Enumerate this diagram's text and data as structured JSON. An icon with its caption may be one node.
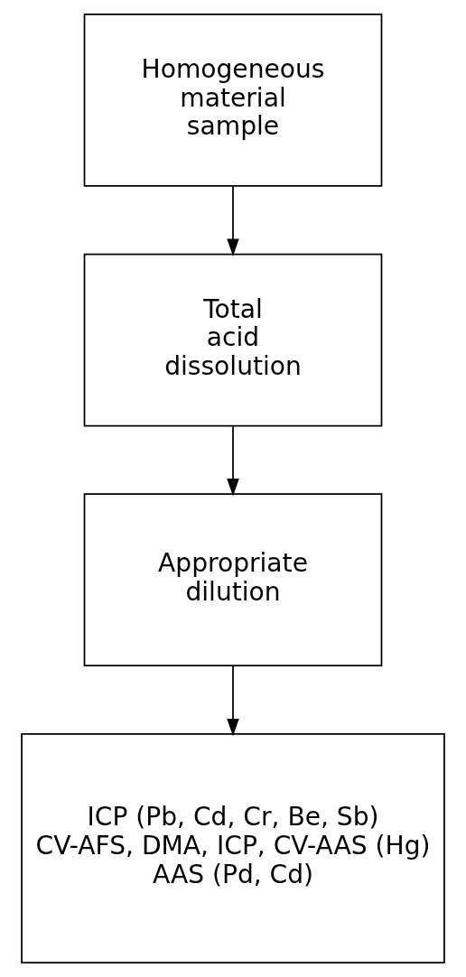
{
  "diagram": {
    "nodes": [
      {
        "text": [
          "Homogeneous material sample"
        ]
      },
      {
        "text": [
          "Total acid dissolution"
        ]
      },
      {
        "text": [
          "Appropriate dilution"
        ]
      },
      {
        "text": [
          "ICP (Pb, Cd, Cr, Be, Sb)",
          "CV-AFS, DMA, ICP, CV-AAS (Hg)",
          "AAS (Pd, Cd)"
        ]
      }
    ],
    "edges": [
      {
        "from": 0,
        "to": 1,
        "arrow": "to"
      },
      {
        "from": 1,
        "to": 2,
        "arrow": "to"
      },
      {
        "from": 2,
        "to": 3,
        "arrow": "to"
      }
    ]
  }
}
